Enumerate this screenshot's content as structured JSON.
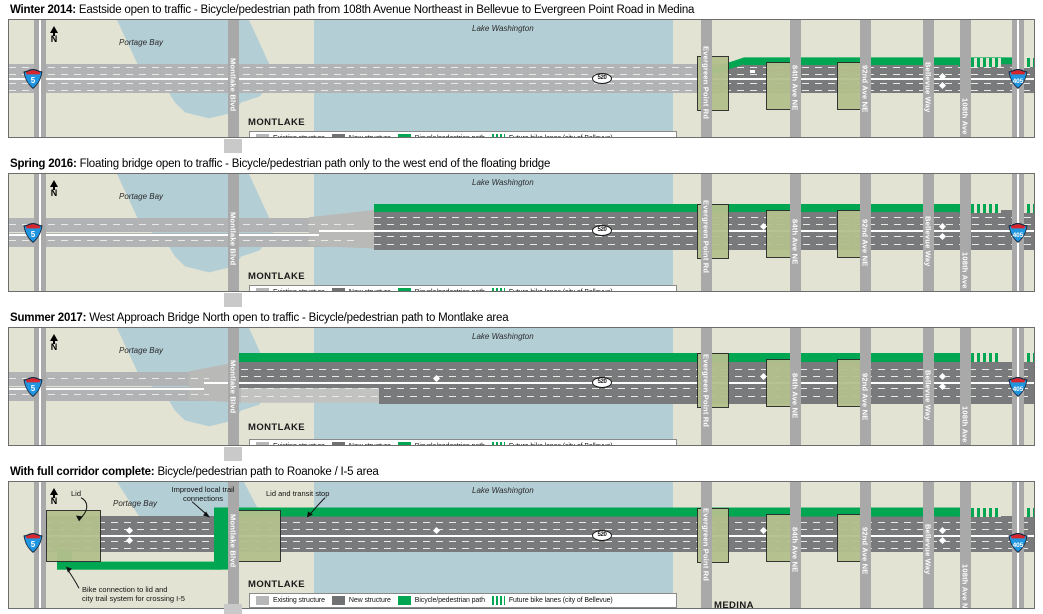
{
  "document": {
    "subject": "SR 520 corridor bicycle/pedestrian path phasing diagram"
  },
  "legend": {
    "items": [
      {
        "label": "Existing structure",
        "swatch": "existing-structure-swatch",
        "color": "#b6b7b8"
      },
      {
        "label": "New structure",
        "swatch": "new-structure-swatch",
        "color": "#6f7173"
      },
      {
        "label": "Bicycle/pedestrian path",
        "swatch": "bike-path-swatch",
        "color": "#00a651"
      },
      {
        "label": "Future bike lanes (city of Bellevue)",
        "swatch": "future-bike-lanes-swatch",
        "color": "#00a651"
      }
    ]
  },
  "map_labels": {
    "north": "N",
    "portage_bay": "Portage Bay",
    "lake_washington": "Lake Washington",
    "montlake": "MONTLAKE",
    "medina": "MEDINA",
    "route_520": "520",
    "shield_i5": "5",
    "shield_i405": "405",
    "cross_streets": [
      "Montlake Blvd",
      "Evergreen Point Rd",
      "84th Ave NE",
      "92nd Ave NE",
      "Bellevue Way",
      "108th Ave NE"
    ]
  },
  "panels": [
    {
      "id": "winter-2014",
      "title_bold": "Winter 2014:",
      "title_rest": "Eastside open to traffic - Bicycle/pedestrian path from 108th Avenue Northeast in Bellevue to Evergreen Point Road in Medina"
    },
    {
      "id": "spring-2016",
      "title_bold": "Spring 2016:",
      "title_rest": "Floating bridge open to traffic - Bicycle/pedestrian path only to the west end of the floating bridge"
    },
    {
      "id": "summer-2017",
      "title_bold": "Summer 2017:",
      "title_rest": "West Approach Bridge North open to traffic - Bicycle/pedestrian path to Montlake area"
    },
    {
      "id": "full-corridor",
      "title_bold": "With full corridor complete:",
      "title_rest": "Bicycle/pedestrian path to Roanoke / I-5 area",
      "annotations": [
        {
          "name": "lid-annotation",
          "text": "Lid"
        },
        {
          "name": "improved-trail-annotation",
          "line1": "Improved local trail",
          "line2": "connections"
        },
        {
          "name": "lid-transit-stop-annotation",
          "text": "Lid and transit stop"
        },
        {
          "name": "bike-connection-annotation",
          "line1": "Bike connection to lid and",
          "line2": "city trail system for crossing I-5"
        }
      ]
    }
  ],
  "colors": {
    "bike_path_green": "#00a651",
    "water_blue": "#b4ced6",
    "land_tan": "#e2e3d3",
    "existing_structure": "#b2b3b4",
    "new_structure": "#787a7b",
    "road_gray": "#a8a9a8",
    "lid_green": "#b4c08d"
  }
}
